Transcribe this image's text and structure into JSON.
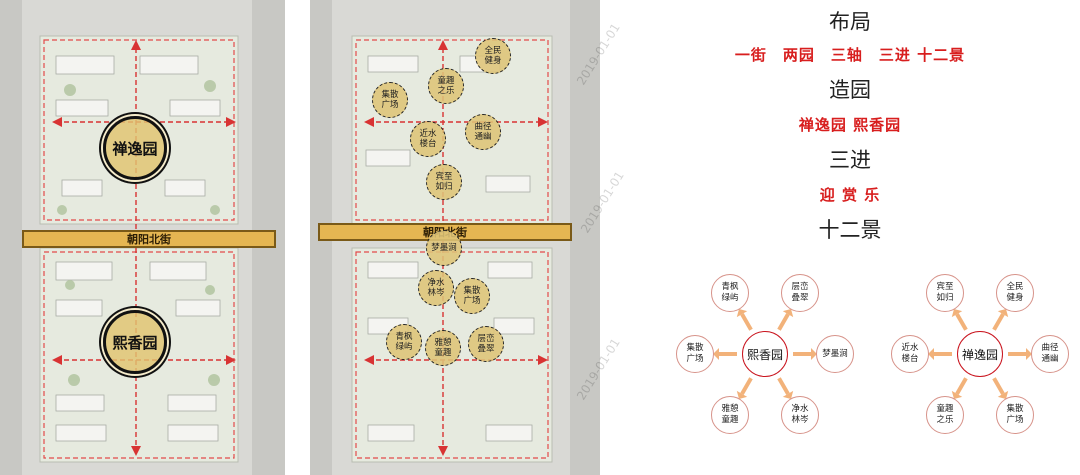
{
  "street_label": "朝阳北街",
  "left_plan": {
    "north_garden": "禅逸园",
    "south_garden": "熙香园"
  },
  "middle_plan": {
    "nodes": [
      {
        "id": "n1",
        "lines": [
          "全民",
          "健身"
        ]
      },
      {
        "id": "n2",
        "lines": [
          "童趣",
          "之乐"
        ]
      },
      {
        "id": "n3",
        "lines": [
          "集散",
          "广场"
        ]
      },
      {
        "id": "n4",
        "lines": [
          "近水",
          "楼台"
        ]
      },
      {
        "id": "n5",
        "lines": [
          "曲径",
          "通幽"
        ]
      },
      {
        "id": "n6",
        "lines": [
          "宾至",
          "如归"
        ]
      },
      {
        "id": "n7",
        "lines": [
          "梦墨涧"
        ]
      },
      {
        "id": "n8",
        "lines": [
          "净水",
          "林岑"
        ]
      },
      {
        "id": "n9",
        "lines": [
          "集散",
          "广场"
        ]
      },
      {
        "id": "n10",
        "lines": [
          "青枫",
          "绿屿"
        ]
      },
      {
        "id": "n11",
        "lines": [
          "雅憩",
          "童趣"
        ]
      },
      {
        "id": "n12",
        "lines": [
          "层峦",
          "叠翠"
        ]
      }
    ]
  },
  "watermark": "2019-01-01",
  "text_panel": {
    "layout_title": "布局",
    "layout_sub": "一街　两园　三轴　三进  十二景",
    "garden_title": "造园",
    "garden_sub": "禅逸园  熙香园",
    "progress_title": "三进",
    "progress_sub": "迎  赏  乐",
    "scenes_title": "十二景"
  },
  "clusters": [
    {
      "center": "熙香园",
      "nodes": [
        {
          "lines": [
            "青枫",
            "绿屿"
          ]
        },
        {
          "lines": [
            "层峦",
            "叠翠"
          ]
        },
        {
          "lines": [
            "梦墨涧"
          ]
        },
        {
          "lines": [
            "净水",
            "林岑"
          ]
        },
        {
          "lines": [
            "雅憩",
            "童趣"
          ]
        },
        {
          "lines": [
            "集散",
            "广场"
          ]
        }
      ]
    },
    {
      "center": "禅逸园",
      "nodes": [
        {
          "lines": [
            "宾至",
            "如归"
          ]
        },
        {
          "lines": [
            "全民",
            "健身"
          ]
        },
        {
          "lines": [
            "曲径",
            "通幽"
          ]
        },
        {
          "lines": [
            "集散",
            "广场"
          ]
        },
        {
          "lines": [
            "童趣",
            "之乐"
          ]
        },
        {
          "lines": [
            "近水",
            "楼台"
          ]
        }
      ]
    }
  ],
  "colors": {
    "accent_red": "#d81e1e",
    "street_gold": "#e5b652",
    "arrow_orange": "#f2b27a"
  }
}
